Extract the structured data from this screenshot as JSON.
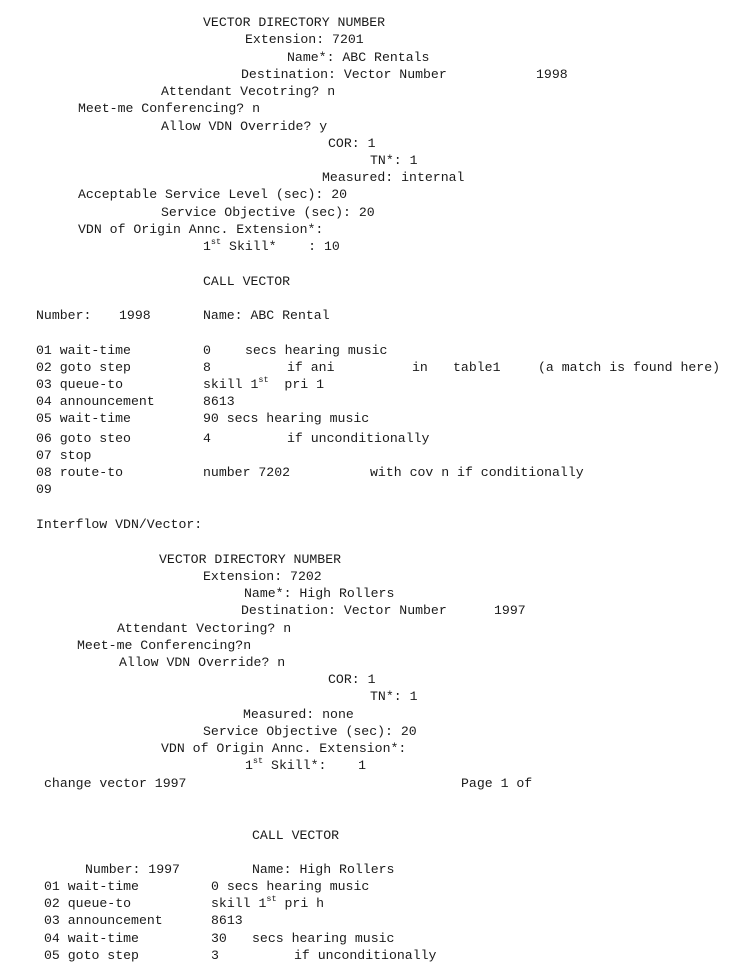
{
  "vdn1": {
    "heading": "VECTOR DIRECTORY NUMBER",
    "extension": "Extension: 7201",
    "name": "Name*: ABC Rentals",
    "destination": "Destination: Vector Number",
    "destination_number": "1998",
    "attendant": "Attendant Vecotring? n",
    "meetme": "Meet-me Conferencing? n",
    "override": "Allow VDN Override? y",
    "cor": "COR: 1",
    "tn": "TN*: 1",
    "measured": "Measured: internal",
    "acceptable": "Acceptable Service Level (sec): 20",
    "objective": "Service Objective (sec): 20",
    "origin": "VDN of Origin Annc. Extension*:",
    "skill_pre": "1",
    "skill_sup": "st",
    "skill_post": " Skill*    : 10"
  },
  "vector1": {
    "heading": "CALL VECTOR",
    "number_label": "Number:",
    "number_value": "1998",
    "name": "Name: ABC Rental",
    "steps": [
      {
        "cmd": "01 wait-time",
        "c2": "0",
        "c3": "secs hearing music"
      },
      {
        "cmd": "02 goto step",
        "c2": "8",
        "c3": "if ani",
        "c4": "in",
        "c5": "table1",
        "c6": "(a match is found here)"
      },
      {
        "cmd": "03 queue-to",
        "c2a": "skill 1",
        "c2sup": "st",
        "c2b": "  pri 1"
      },
      {
        "cmd": "04 announcement",
        "c2": "8613"
      },
      {
        "cmd": "05 wait-time",
        "c2": "90 secs hearing music"
      },
      {
        "cmd": "06 goto steo",
        "c2": "4",
        "c3": "if unconditionally"
      },
      {
        "cmd": "07 stop"
      },
      {
        "cmd": "08 route-to",
        "c2": "number 7202",
        "c3": "with cov n if conditionally"
      },
      {
        "cmd": "09"
      }
    ]
  },
  "interflow": "Interflow VDN/Vector:",
  "vdn2": {
    "heading": "VECTOR DIRECTORY NUMBER",
    "extension": "Extension: 7202",
    "name": "Name*: High Rollers",
    "destination": "Destination: Vector Number",
    "destination_number": "1997",
    "attendant": "Attendant Vectoring? n",
    "meetme": "Meet-me Conferencing?n",
    "override": "Allow VDN Override? n",
    "cor": "COR: 1",
    "tn": "TN*: 1",
    "measured": "Measured: none",
    "objective": "Service Objective (sec): 20",
    "origin": "VDN of Origin Annc. Extension*:",
    "skill_pre": "1",
    "skill_sup": "st",
    "skill_post": " Skill*:    1"
  },
  "change_line": {
    "left": "change vector 1997",
    "right": "Page 1 of"
  },
  "vector2": {
    "heading": "CALL VECTOR",
    "number": "Number: 1997",
    "name": "Name: High Rollers",
    "steps": [
      {
        "cmd": "01 wait-time",
        "c2": "0 secs hearing music"
      },
      {
        "cmd": "02 queue-to",
        "c2a": "skill 1",
        "c2sup": "st",
        "c2b": " pri h"
      },
      {
        "cmd": "03 announcement",
        "c2": "8613"
      },
      {
        "cmd": "04 wait-time",
        "c2": "30",
        "c3": "secs hearing music"
      },
      {
        "cmd": "05 goto step",
        "c2": "3",
        "c3": "if unconditionally"
      }
    ]
  }
}
